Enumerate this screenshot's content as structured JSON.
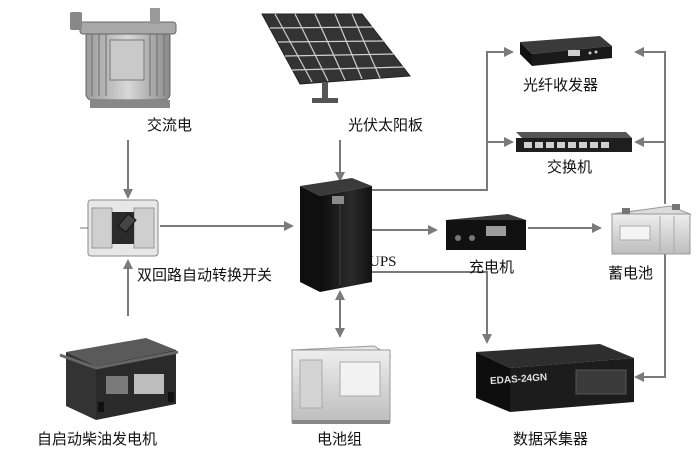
{
  "labels": {
    "ac_power": "交流电",
    "solar_panel": "光伏太阳板",
    "fiber_transceiver": "光纤收发器",
    "switch": "交换机",
    "ats": "双回路自动转换开关",
    "ups": "UPS",
    "charger": "充电机",
    "battery": "蓄电池",
    "generator": "自启动柴油发电机",
    "battery_pack": "电池组",
    "data_acquisition": "数据采集器"
  },
  "device_text": {
    "edas_model": "EDAS-24GN"
  },
  "colors": {
    "connector": "#7a7a7a",
    "device_dark": "#1c1c1c",
    "device_light": "#d9d9d9"
  }
}
